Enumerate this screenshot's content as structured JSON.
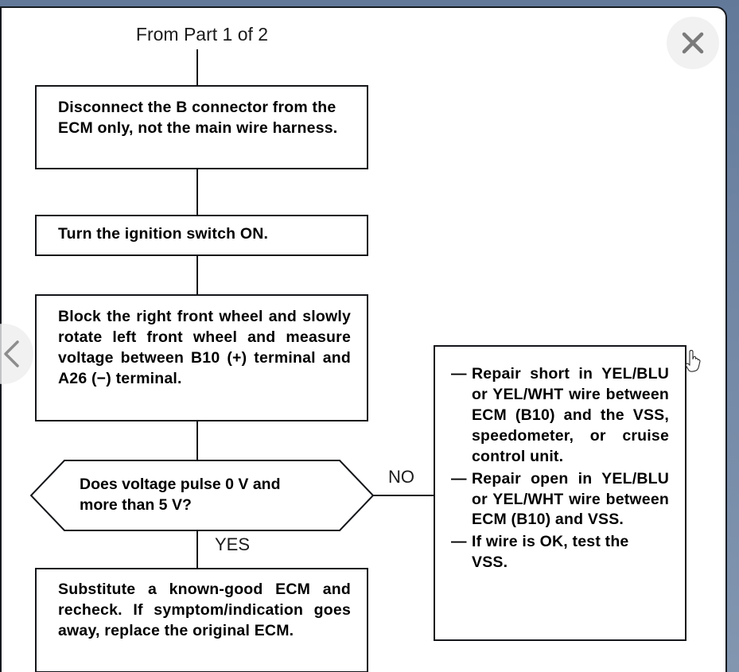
{
  "viewer": {
    "background_color": "#6d83a1",
    "panel_background": "#ffffff",
    "close_icon": "close-x-icon",
    "prev_icon": "chevron-left-icon",
    "cursor_icon": "hand-pointer-cursor"
  },
  "flowchart": {
    "title": "From Part 1 of 2",
    "steps": [
      {
        "id": "step-disconnect",
        "text": "Disconnect the B connector from the ECM only, not the main wire harness."
      },
      {
        "id": "step-ignition",
        "text": "Turn the ignition switch ON."
      },
      {
        "id": "step-block-wheel",
        "text": "Block the right front wheel and slowly rotate left front wheel and measure voltage between B10 (+) terminal and A26 (−) terminal."
      }
    ],
    "decision": {
      "id": "decision-voltage-pulse",
      "text": "Does voltage pulse 0 V and more than 5 V?",
      "yes_label": "YES",
      "no_label": "NO"
    },
    "result_yes": {
      "id": "result-substitute-ecm",
      "text": "Substitute a known-good ECM and recheck. If symptom/indication goes away, replace the original ECM."
    },
    "result_no": {
      "id": "result-repair-actions",
      "bullets": [
        {
          "dash": "—",
          "text": "Repair short in YEL/BLU or YEL/WHT wire between ECM (B10) and the VSS, speedometer, or cruise control unit."
        },
        {
          "dash": "—",
          "text": "Repair open in YEL/BLU or YEL/WHT wire between ECM (B10) and VSS."
        },
        {
          "dash": "—",
          "text": "If wire is OK, test the VSS."
        }
      ]
    }
  }
}
